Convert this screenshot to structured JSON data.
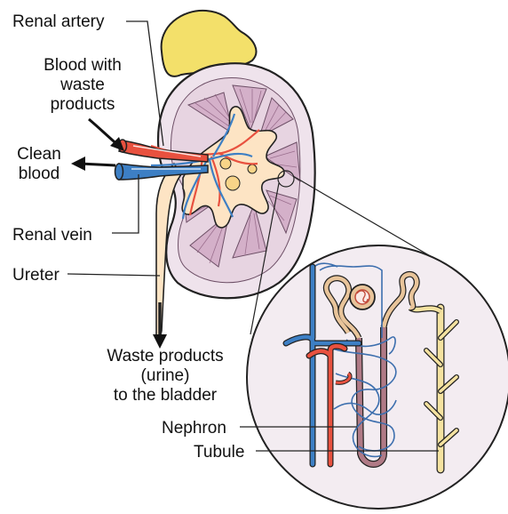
{
  "labels": {
    "renal_artery": "Renal artery",
    "blood_waste_1": "Blood with",
    "blood_waste_2": "waste",
    "blood_waste_3": "products",
    "clean_blood_1": "Clean",
    "clean_blood_2": "blood",
    "renal_vein": "Renal vein",
    "ureter": "Ureter",
    "waste_1": "Waste products",
    "waste_2": "(urine)",
    "waste_3": "to the bladder",
    "nephron": "Nephron",
    "tubule": "Tubule"
  },
  "colors": {
    "adrenal_gland": "#f3e06a",
    "kidney_outer": "#efe3ec",
    "kidney_tissue": "#dcc3d6",
    "pelvis_ureter": "#fde4c4",
    "artery": "#e8513f",
    "vein": "#3d7fc4",
    "tubule": "#f4e2a0",
    "nephron_duct": "#b07a86",
    "inset_background": "#f3ecf1"
  }
}
